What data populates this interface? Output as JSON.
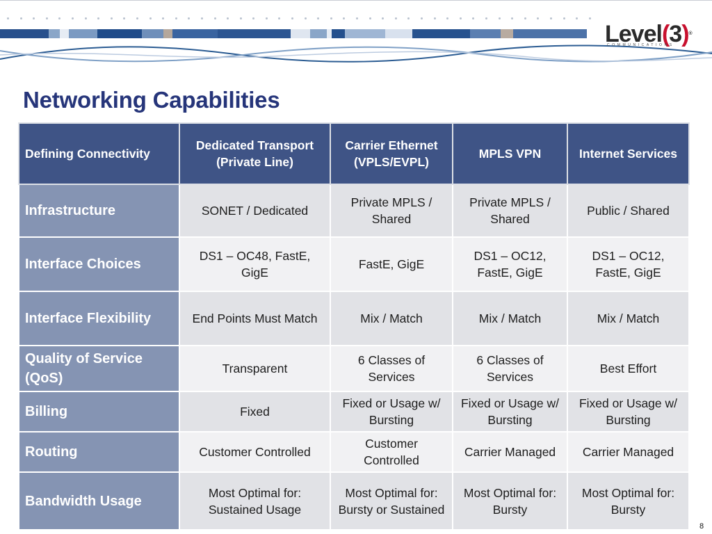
{
  "brand": {
    "name": "Level",
    "number": "3",
    "tagline": "COMMUNICATIONS",
    "trademark": "®",
    "colors": {
      "navy": "#26357a",
      "header_blue": "#3f5486",
      "row_head": "#8594b3",
      "accent_red": "#c8102e"
    }
  },
  "slide": {
    "title": "Networking Capabilities",
    "page_number": "8"
  },
  "table": {
    "header": [
      "Defining Connectivity",
      "Dedicated Transport (Private Line)",
      "Carrier Ethernet (VPLS/EVPL)",
      "MPLS VPN",
      "Internet Services"
    ],
    "rows": [
      {
        "label": "Infrastructure",
        "cells": [
          "SONET / Dedicated",
          "Private MPLS / Shared",
          "Private MPLS / Shared",
          "Public / Shared"
        ]
      },
      {
        "label": "Interface Choices",
        "cells": [
          "DS1 – OC48, FastE, GigE",
          "FastE, GigE",
          "DS1 – OC12, FastE, GigE",
          "DS1 – OC12, FastE, GigE"
        ]
      },
      {
        "label": "Interface Flexibility",
        "cells": [
          "End Points Must Match",
          "Mix / Match",
          "Mix / Match",
          "Mix / Match"
        ]
      },
      {
        "label": "Quality of Service (QoS)",
        "cells": [
          "Transparent",
          "6 Classes of Services",
          "6 Classes of Services",
          "Best Effort"
        ]
      },
      {
        "label": "Billing",
        "cells": [
          "Fixed",
          "Fixed or Usage w/ Bursting",
          "Fixed or Usage w/ Bursting",
          "Fixed or Usage w/ Bursting"
        ]
      },
      {
        "label": "Routing",
        "cells": [
          "Customer Controlled",
          "Customer Controlled",
          "Carrier Managed",
          "Carrier Managed"
        ]
      },
      {
        "label": "Bandwidth Usage",
        "cells": [
          "Most Optimal for: Sustained Usage",
          "Most Optimal for: Bursty or Sustained",
          "Most Optimal for: Bursty",
          "Most Optimal for: Bursty"
        ]
      }
    ]
  }
}
